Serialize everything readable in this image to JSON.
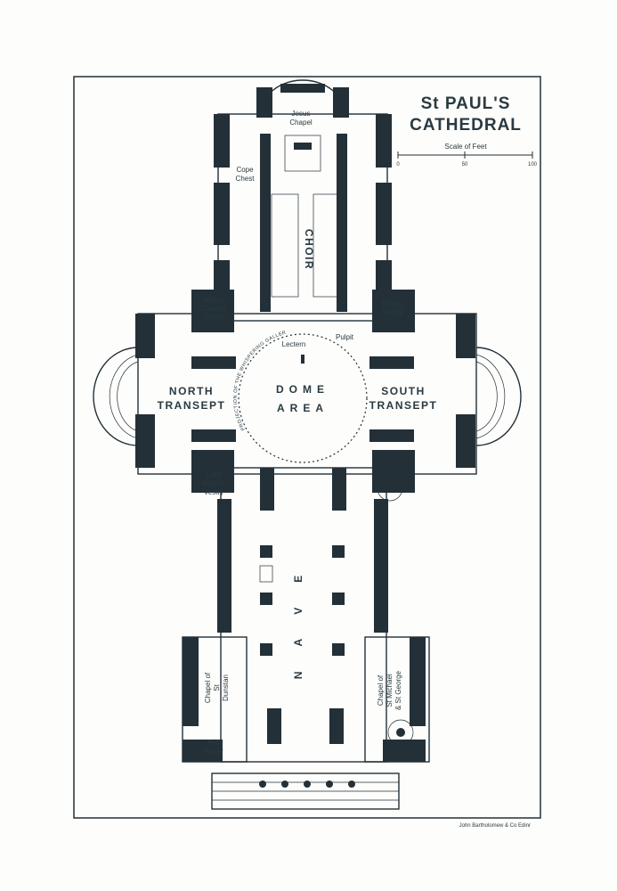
{
  "title": {
    "line1": "St PAUL'S",
    "line2": "CATHEDRAL"
  },
  "scale": {
    "label": "Scale of Feet",
    "ticks": [
      "0",
      "50",
      "100"
    ]
  },
  "rooms": {
    "jesus_chapel": [
      "Jesus",
      "Chapel"
    ],
    "cope_chest": [
      "Cope",
      "Chest"
    ],
    "choir": "CHOIR",
    "minor_canons_vestry": [
      "Minor",
      "Canons",
      "Vestry"
    ],
    "deans_vestry": [
      "Deans",
      "Vestry"
    ],
    "lectern": "Lectern",
    "pulpit": "Pulpit",
    "whispering_gallery": "PROJECTION OF THE WHISPERING GALLERY",
    "dome_area": [
      "DOME",
      "AREA"
    ],
    "north_transept": [
      "NORTH",
      "TRANSEPT"
    ],
    "south_transept": [
      "SOUTH",
      "TRANSEPT"
    ],
    "lord_mayors_vestry": [
      "Lord",
      "Mayors",
      "Vestry"
    ],
    "nave": "NAVE",
    "chapel_st_dunstan": [
      "Chapel of",
      "St",
      "Dunstan"
    ],
    "chapel_st_michael_george": [
      "Chapel of",
      "St Michael",
      "& St George"
    ],
    "bell_tower": [
      "Bell",
      "Tower"
    ]
  },
  "imprint": "John Bartholomew & Co Edinr"
}
